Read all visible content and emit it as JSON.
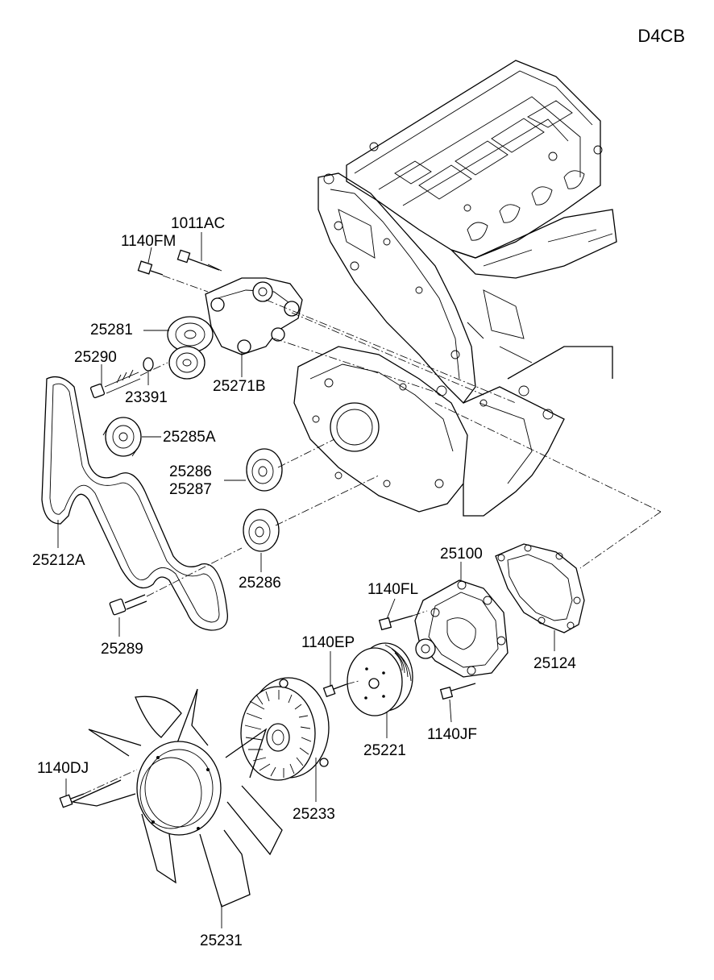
{
  "engine_code": "D4CB",
  "parts": [
    {
      "key": "p1011AC",
      "label": "1011AC"
    },
    {
      "key": "p1140FM",
      "label": "1140FM"
    },
    {
      "key": "p25281",
      "label": "25281"
    },
    {
      "key": "p25290",
      "label": "25290"
    },
    {
      "key": "p23391",
      "label": "23391"
    },
    {
      "key": "p25271B",
      "label": "25271B"
    },
    {
      "key": "p25285A",
      "label": "25285A"
    },
    {
      "key": "p25286a",
      "label": "25286"
    },
    {
      "key": "p25287",
      "label": "25287"
    },
    {
      "key": "p25212A",
      "label": "25212A"
    },
    {
      "key": "p25286b",
      "label": "25286"
    },
    {
      "key": "p25289",
      "label": "25289"
    },
    {
      "key": "p25100",
      "label": "25100"
    },
    {
      "key": "p1140FL",
      "label": "1140FL"
    },
    {
      "key": "p1140EP",
      "label": "1140EP"
    },
    {
      "key": "p25124",
      "label": "25124"
    },
    {
      "key": "p25221",
      "label": "25221"
    },
    {
      "key": "p1140JF",
      "label": "1140JF"
    },
    {
      "key": "p1140DJ",
      "label": "1140DJ"
    },
    {
      "key": "p25233",
      "label": "25233"
    },
    {
      "key": "p25231",
      "label": "25231"
    }
  ]
}
